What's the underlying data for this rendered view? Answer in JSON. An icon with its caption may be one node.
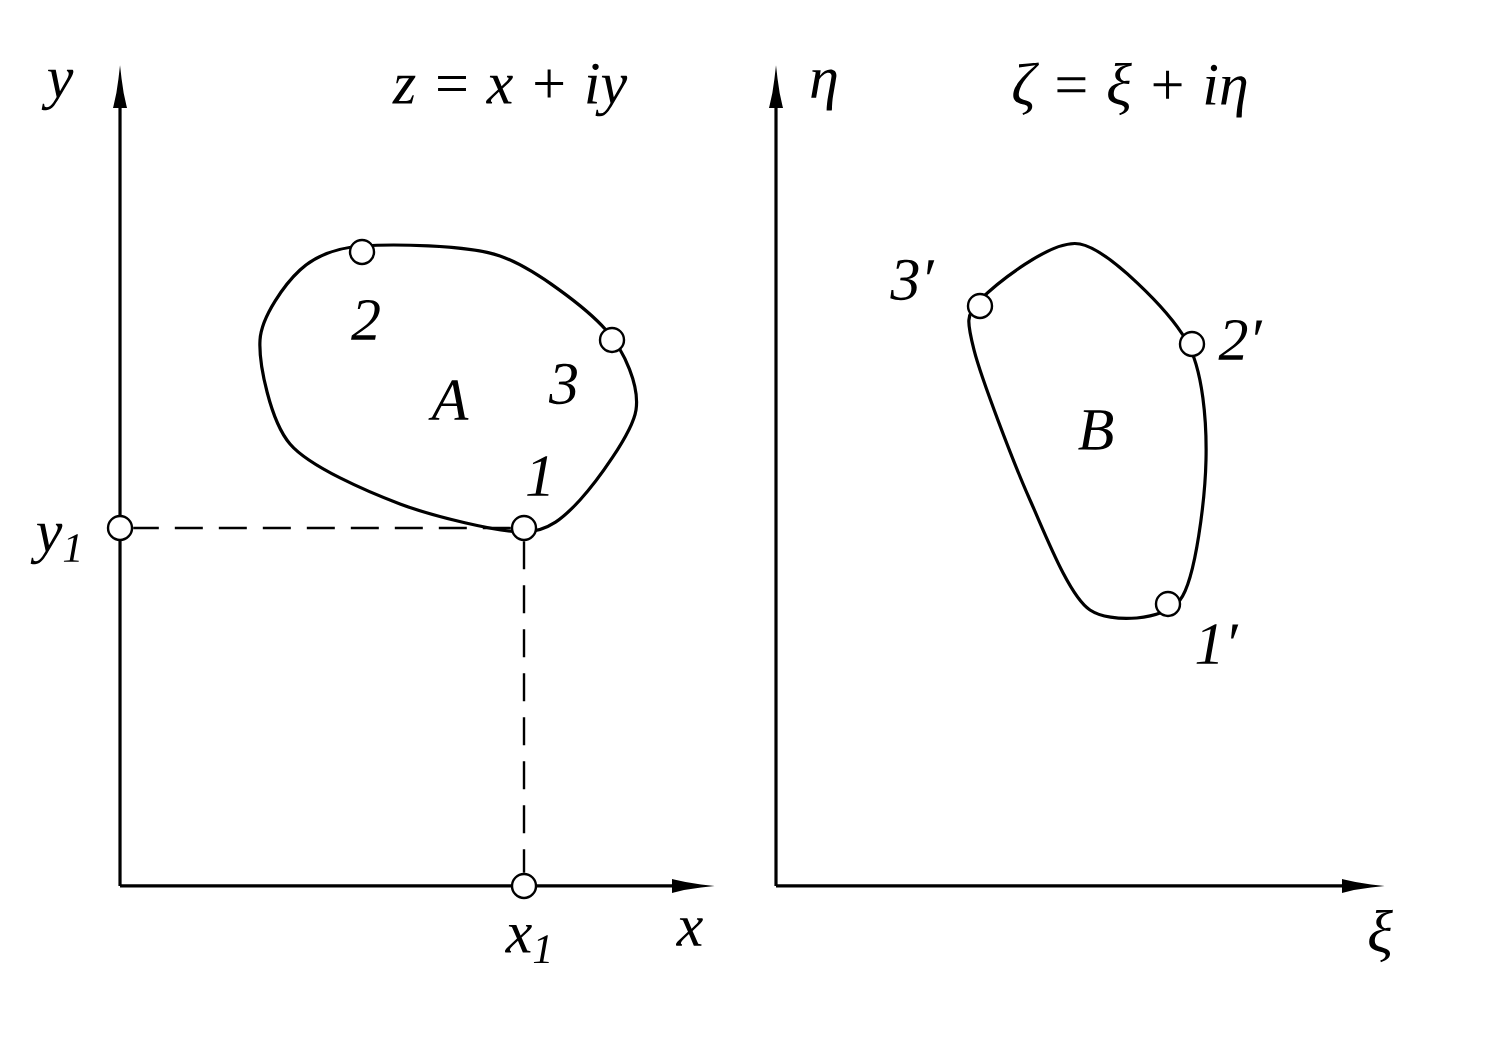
{
  "diagram": {
    "nodes": [
      {
        "text": [],
        "shape": "circle",
        "beside": [
          "2"
        ]
      },
      {
        "text": [],
        "shape": "circle",
        "beside": [
          "3"
        ]
      },
      {
        "text": [],
        "shape": "circle",
        "beside": [
          "1"
        ]
      },
      {
        "text": [],
        "shape": "circle",
        "beside": [
          "y$_{1}$"
        ]
      },
      {
        "text": [],
        "shape": "circle",
        "beside": [
          "x$_{1}$"
        ]
      },
      {
        "text": [],
        "shape": "circle",
        "beside": [
          "3′"
        ]
      },
      {
        "text": [],
        "shape": "circle",
        "beside": [
          "2′"
        ]
      },
      {
        "text": [],
        "shape": "circle",
        "beside": [
          "1′"
        ]
      }
    ],
    "edges": [
      {
        "from": 2,
        "to": 3,
        "arrow": "none",
        "style": "dashed"
      },
      {
        "from": 2,
        "to": 4,
        "arrow": "none",
        "style": "dashed"
      }
    ],
    "labels": [
      "y",
      "z = x + iy",
      "η",
      "ζ = ξ + iη",
      "A",
      "B",
      "x",
      "ξ"
    ]
  }
}
